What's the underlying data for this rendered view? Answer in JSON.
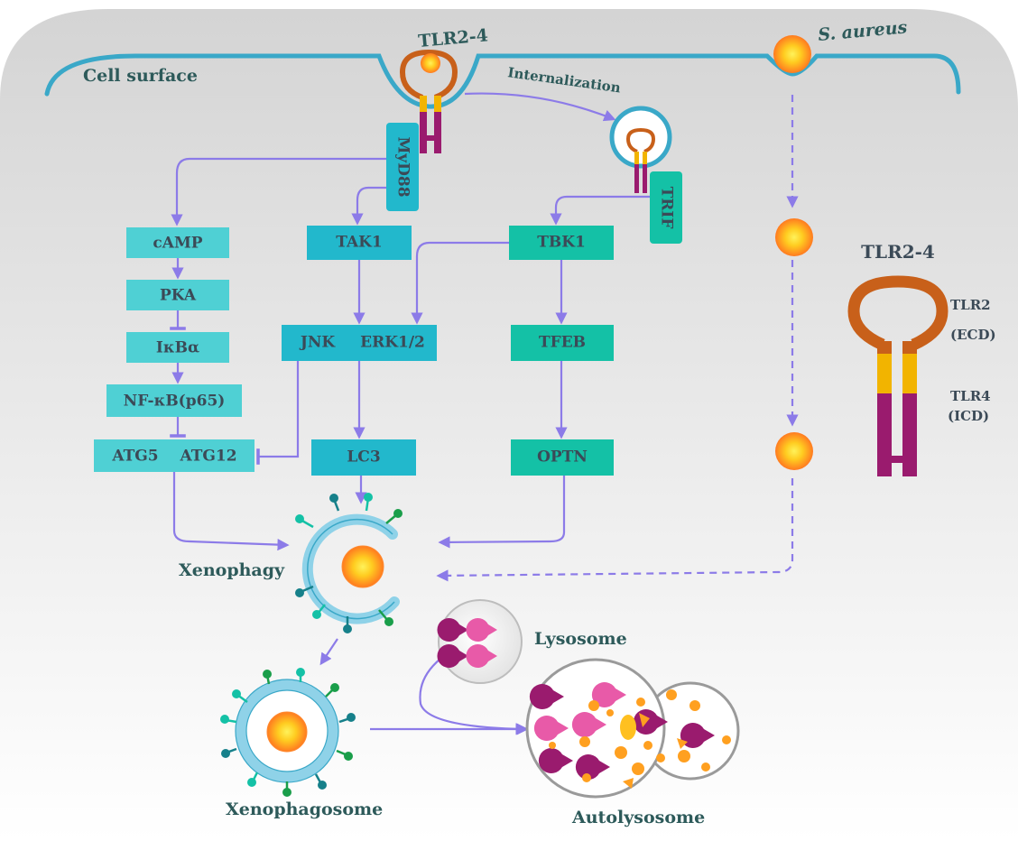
{
  "labels": {
    "cell_surface": "Cell surface",
    "tlr_top": "TLR2-4",
    "s_aureus": "S. aureus",
    "internalization": "Internalization",
    "myd88": "MyD88",
    "trif": "TRIF",
    "camp": "cAMP",
    "pka": "PKA",
    "ikba": "IκBα",
    "nfkb": "NF-κB(p65)",
    "atg5": "ATG5",
    "atg12": "ATG12",
    "tak1": "TAK1",
    "jnk": "JNK",
    "erk": "ERK1/2",
    "lc3": "LC3",
    "tbk1": "TBK1",
    "tfeb": "TFEB",
    "optn": "OPTN",
    "xenophagy": "Xenophagy",
    "xenophagosome": "Xenophagosome",
    "lysosome": "Lysosome",
    "autolysosome": "Autolysosome",
    "legend_title": "TLR2-4",
    "legend_tlr2": "TLR2",
    "legend_ecd": "(ECD)",
    "legend_tlr4": "TLR4",
    "legend_icd": "(ICD)"
  },
  "colors": {
    "membrane": "#3aa8c8",
    "arrow": "#8c7be8",
    "box_light": "#4fd0d4",
    "box_mid": "#22b8cc",
    "box_green": "#14c1a6",
    "tlr_ecd": "#c8601a",
    "tlr_tm": "#f2b400",
    "tlr_icd": "#9a1b6e",
    "bacterium": "#ffb020",
    "text_dark": "#2d5a5a"
  }
}
